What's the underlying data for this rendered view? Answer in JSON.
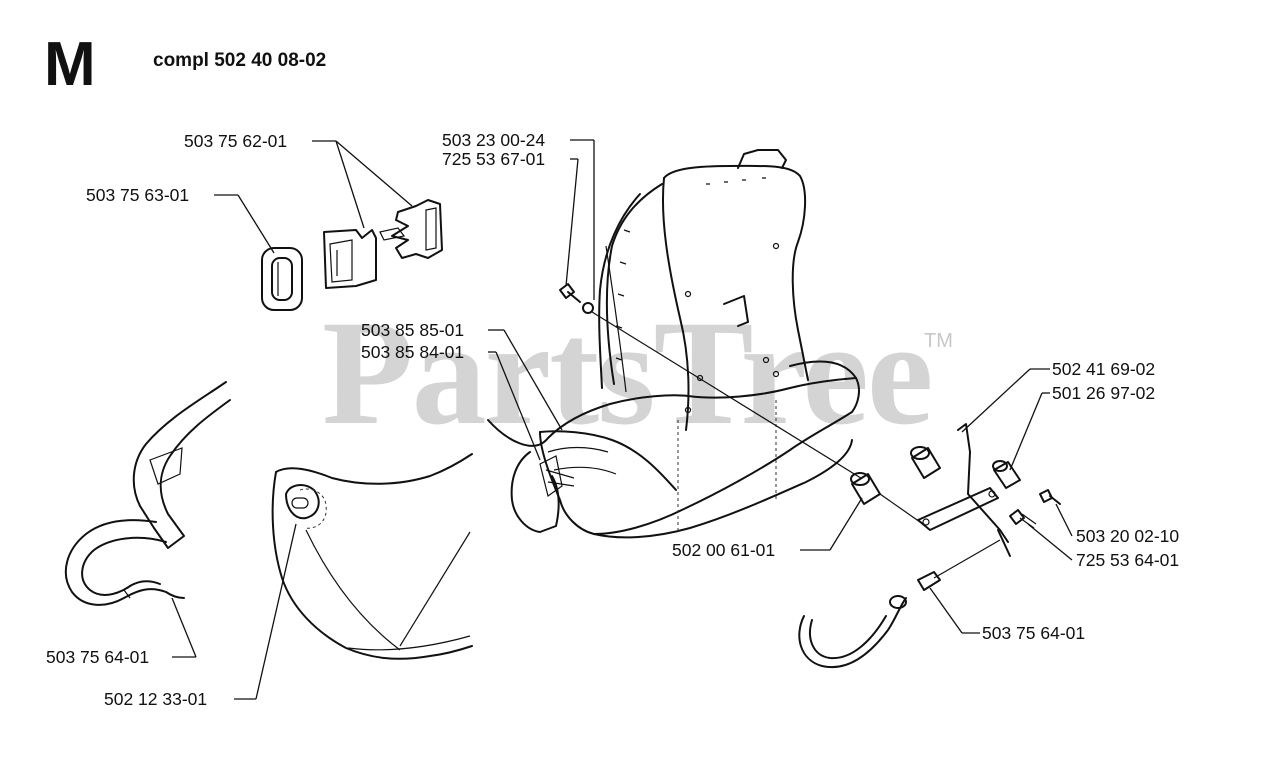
{
  "header": {
    "section_letter": "M",
    "assembly_title": "compl 502 40 08-02"
  },
  "watermark": {
    "text": "PartsTree",
    "trademark": "TM",
    "color": "#d4d4d4"
  },
  "part_labels": {
    "p1": "503 75 62-01",
    "p2": "503 75 63-01",
    "p3": "503 23 00-24",
    "p4": "725 53 67-01",
    "p5": "503 85 85-01",
    "p6": "503 85 84-01",
    "p7": "502 41 69-02",
    "p8": "501 26 97-02",
    "p9": "503 20 02-10",
    "p10": "725 53 64-01",
    "p11": "502 00 61-01",
    "p12": "503 75 64-01",
    "p13": "503 75 64-01",
    "p14": "502 12 33-01"
  }
}
